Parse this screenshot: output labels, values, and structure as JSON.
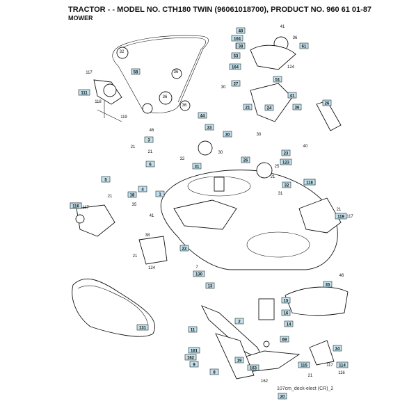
{
  "header": {
    "title": "TRACTOR - - MODEL NO. CTH180 TWIN (96061018700), PRODUCT NO. 960 61 01-87",
    "subtitle": "MOWER"
  },
  "footer": {
    "caption": "107cm_deck-elect (CR)_2"
  },
  "callouts": [
    {
      "label": "40"
    },
    {
      "label": "164"
    },
    {
      "label": "38"
    },
    {
      "label": "61"
    },
    {
      "label": "53"
    },
    {
      "label": "164"
    },
    {
      "label": "27"
    },
    {
      "label": "51"
    },
    {
      "label": "41"
    },
    {
      "label": "21"
    },
    {
      "label": "24"
    },
    {
      "label": "36"
    },
    {
      "label": "26"
    },
    {
      "label": "58"
    },
    {
      "label": "111"
    },
    {
      "label": "44"
    },
    {
      "label": "3"
    },
    {
      "label": "33"
    },
    {
      "label": "30"
    },
    {
      "label": "6"
    },
    {
      "label": "31"
    },
    {
      "label": "26"
    },
    {
      "label": "123"
    },
    {
      "label": "23"
    },
    {
      "label": "5"
    },
    {
      "label": "4"
    },
    {
      "label": "18"
    },
    {
      "label": "1"
    },
    {
      "label": "32"
    },
    {
      "label": "118"
    },
    {
      "label": "116"
    },
    {
      "label": "119"
    },
    {
      "label": "22"
    },
    {
      "label": "130"
    },
    {
      "label": "13"
    },
    {
      "label": "35"
    },
    {
      "label": "15"
    },
    {
      "label": "16"
    },
    {
      "label": "11"
    },
    {
      "label": "14"
    },
    {
      "label": "131"
    },
    {
      "label": "69"
    },
    {
      "label": "161"
    },
    {
      "label": "162"
    },
    {
      "label": "9"
    },
    {
      "label": "19"
    },
    {
      "label": "8"
    },
    {
      "label": "163"
    },
    {
      "label": "34"
    },
    {
      "label": "115"
    },
    {
      "label": "114"
    },
    {
      "label": "20"
    },
    {
      "label": "116"
    },
    {
      "label": "38"
    },
    {
      "label": "118"
    },
    {
      "label": "2"
    }
  ],
  "plain_labels": [
    {
      "label": "41"
    },
    {
      "label": "36"
    },
    {
      "label": "124"
    },
    {
      "label": "30"
    },
    {
      "label": "30"
    },
    {
      "label": "32"
    },
    {
      "label": "36"
    },
    {
      "label": "36"
    },
    {
      "label": "36"
    },
    {
      "label": "117"
    },
    {
      "label": "118"
    },
    {
      "label": "119"
    },
    {
      "label": "46"
    },
    {
      "label": "21"
    },
    {
      "label": "21"
    },
    {
      "label": "32"
    },
    {
      "label": "30"
    },
    {
      "label": "40"
    },
    {
      "label": "21"
    },
    {
      "label": "25"
    },
    {
      "label": "31"
    },
    {
      "label": "117"
    },
    {
      "label": "21"
    },
    {
      "label": "35"
    },
    {
      "label": "117"
    },
    {
      "label": "21"
    },
    {
      "label": "41"
    },
    {
      "label": "38"
    },
    {
      "label": "21"
    },
    {
      "label": "124"
    },
    {
      "label": "46"
    },
    {
      "label": "7"
    },
    {
      "label": "117"
    },
    {
      "label": "116"
    },
    {
      "label": "162"
    },
    {
      "label": "21"
    }
  ]
}
